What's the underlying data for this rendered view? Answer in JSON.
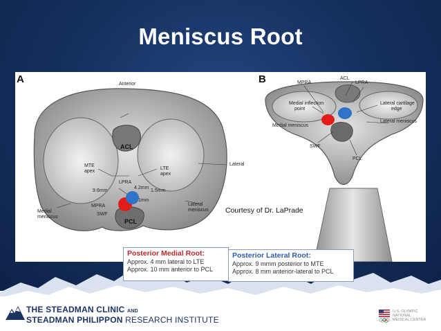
{
  "slide": {
    "title": "Meniscus Root",
    "courtesy": "Courtesy of Dr. LaPrade"
  },
  "figure_a": {
    "panel_label": "A",
    "labels": {
      "anterior": "Anterior",
      "acl": "ACL",
      "mte_apex_1": "MTE",
      "mte_apex_2": "apex",
      "lte_apex_1": "LTE",
      "lte_apex_2": "apex",
      "lpra": "LPRA",
      "m96": "9.6mm",
      "m42": "4.2mm",
      "m15": "1.5mm",
      "m1": "1mm",
      "mpra": "MPRA",
      "swf": "SWF",
      "pcl": "PCL",
      "lateral": "Lateral",
      "medial_1": "Medial",
      "medial_2": "meniscus",
      "lateral_men_1": "Lateral",
      "lateral_men_2": "meniscus"
    }
  },
  "figure_b": {
    "panel_label": "B",
    "labels": {
      "mpra": "MPRA",
      "acl": "ACL",
      "lpra": "LPRA",
      "medial_inflection_1": "Medial inflection",
      "medial_inflection_2": "point",
      "lateral_cartilage_1": "Lateral cartilage",
      "lateral_cartilage_2": "edge",
      "medial_meniscus": "Medial meniscus",
      "lateral_meniscus": "Lateral meniscus",
      "swf": "SWF",
      "pcl": "PCL"
    }
  },
  "callouts": {
    "medial": {
      "title": "Posterior Medial Root:",
      "line1": "Approx. 4 mm lateral to LTE",
      "line2": "Approx. 10 mm anterior to PCL"
    },
    "lateral": {
      "title": "Posterior Lateral Root:",
      "line1": "Approx. 9 mmm posterior to MTE",
      "line2": "Approx. 8 mm anterior-lateral to PCL"
    }
  },
  "footer": {
    "clinic_line1": "THE STEADMAN CLINIC",
    "clinic_and": "AND",
    "clinic_line2": "STEADMAN PHILIPPON",
    "clinic_ri": "RESEARCH INSTITUTE",
    "usoc_1": "U.S. OLYMPIC",
    "usoc_2": "NATIONAL",
    "usoc_3": "MEDICAL CENTER"
  },
  "colors": {
    "slide_bg": "#142e5c",
    "title_text": "#ffffff",
    "medial_marker": "#e21b1b",
    "lateral_marker": "#2f73c9",
    "medial_callout_title": "#c0262d",
    "lateral_callout_title": "#2f5fa8",
    "brand_navy": "#1b3463"
  }
}
